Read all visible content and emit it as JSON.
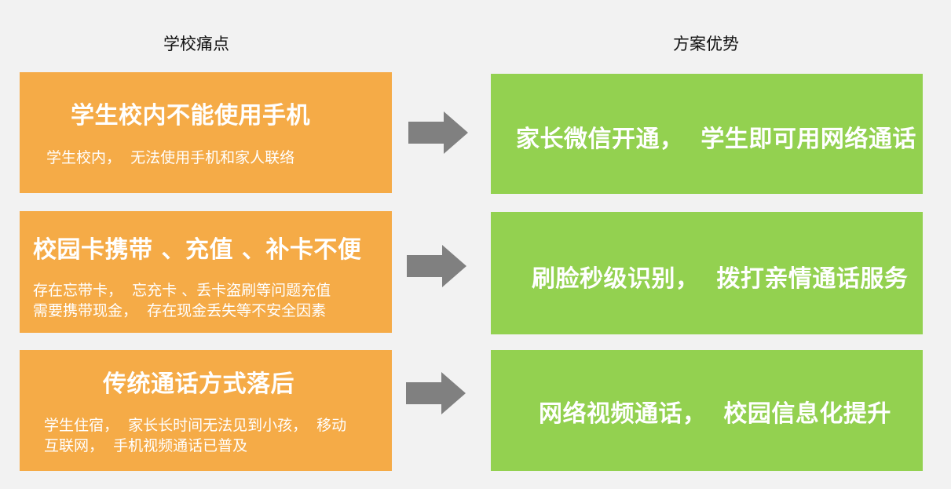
{
  "headers": {
    "left": "学校痛点",
    "right": "方案优势"
  },
  "rows": [
    {
      "pain_title": "学生校内不能使用手机",
      "pain_desc": "学生校内，  无法使用手机和家人联络",
      "solution": "家长微信开通，  学生即可用网络通话"
    },
    {
      "pain_title": "校园卡携带 、充值 、补卡不便",
      "pain_desc": "存在忘带卡，  忘充卡 、丢卡盗刷等问题充值\n需要携带现金，  存在现金丢失等不安全因素",
      "solution": "刷脸秒级识别，  拨打亲情通话服务"
    },
    {
      "pain_title": "传统通话方式落后",
      "pain_desc": "学生住宿，  家长长时间无法见到小孩，  移动\n互联网，  手机视频通话已普及",
      "solution": "网络视频通话，  校园信息化提升"
    }
  ],
  "colors": {
    "pain_box": "#f5ab47",
    "solution_box": "#93d150",
    "arrow": "#808080",
    "background": "#f2f2f2"
  },
  "icons": {
    "arrow": "arrow-right-icon"
  }
}
